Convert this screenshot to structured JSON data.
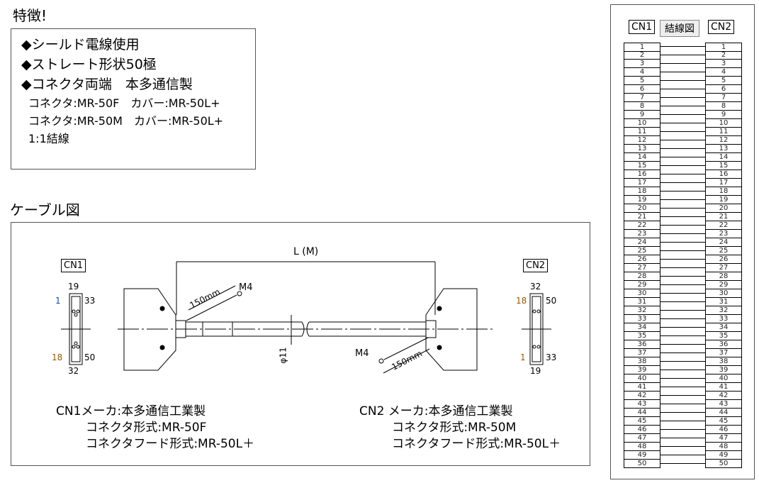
{
  "features": {
    "title": "特徴!",
    "items": [
      "◆シールド電線使用",
      "◆ストレート形状50極",
      "◆コネクタ両端　本多通信製"
    ],
    "details": [
      "コネクタ:MR-50F　カバー:MR-50L+",
      "コネクタ:MR-50M　カバー:MR-50L+",
      "1:1結線"
    ]
  },
  "cable": {
    "title": "ケーブル図",
    "cn1": "CN1",
    "cn2": "CN2",
    "length": "L (M)",
    "m4": "M4",
    "len150": "150mm",
    "dia": "φ11",
    "cn1_pins": {
      "top": "19",
      "tl": "1",
      "tr": "33",
      "bl": "18",
      "br": "50",
      "bottom": "32"
    },
    "cn2_pins": {
      "top": "32",
      "tl": "18",
      "tr": "50",
      "bl": "1",
      "br": "33",
      "bottom": "19"
    },
    "cn1_info": [
      "CN1メーカ:本多通信工業製",
      "コネクタ形式:MR-50F",
      "コネクタフード形式:MR-50L＋"
    ],
    "cn2_info": [
      "CN2 メーカ:本多通信工業製",
      "コネクタ形式:MR-50M",
      "コネクタフード形式:MR-50L＋"
    ]
  },
  "wiring": {
    "cn1": "CN1",
    "title": "結線図",
    "cn2": "CN2",
    "pins": [
      "1",
      "2",
      "3",
      "4",
      "5",
      "6",
      "7",
      "8",
      "9",
      "10",
      "11",
      "12",
      "13",
      "14",
      "15",
      "16",
      "17",
      "18",
      "19",
      "20",
      "21",
      "22",
      "23",
      "24",
      "25",
      "26",
      "27",
      "28",
      "29",
      "30",
      "31",
      "32",
      "33",
      "34",
      "35",
      "36",
      "37",
      "38",
      "39",
      "40",
      "41",
      "42",
      "43",
      "44",
      "45",
      "46",
      "47",
      "48",
      "49",
      "50"
    ]
  }
}
